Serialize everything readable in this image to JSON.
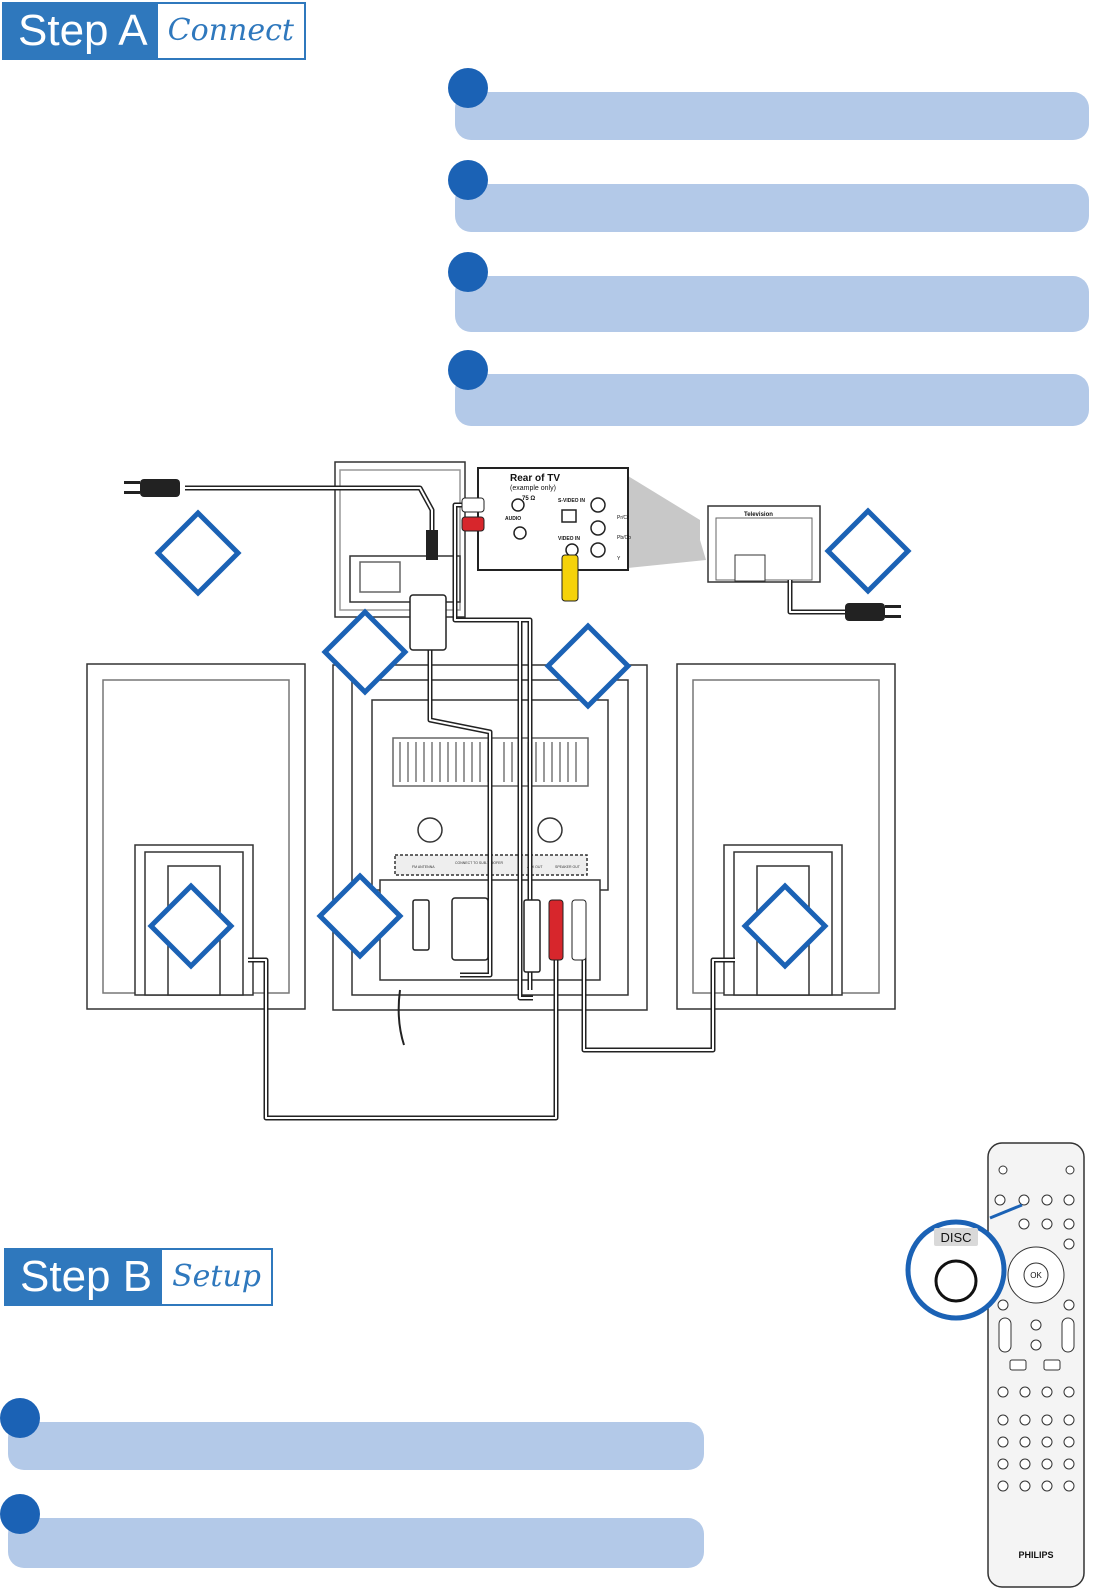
{
  "step_a": {
    "title": "Step A",
    "subtitle": "Connect"
  },
  "step_b": {
    "title": "Step B",
    "subtitle": "Setup"
  },
  "diagram": {
    "tv_panel_title": "Rear of TV",
    "tv_panel_subtitle": "(example only)",
    "tv_ohm_label": "75 Ω",
    "svideo_label": "S-VIDEO IN",
    "audio_label": "AUDIO",
    "video_in_label": "VIDEO IN",
    "pr_label": "Pr/Cr",
    "pb_label": "Pb/Cb",
    "y_label": "Y",
    "tv_label": "Television",
    "rear_labels": [
      "FM ANTENNA",
      "CONNECT TO SUB-WOOFER",
      "AUX OUT",
      "SPEAKER OUT"
    ]
  },
  "remote": {
    "brand": "PHILIPS",
    "disc_label": "DISC",
    "ok_label": "OK",
    "colors": {
      "body": "#f4f4f4",
      "accent": "#1b62b5"
    }
  },
  "colors": {
    "accent": "#2f78bd",
    "bar": "#b3c9e8",
    "dot": "#1b62b5"
  }
}
